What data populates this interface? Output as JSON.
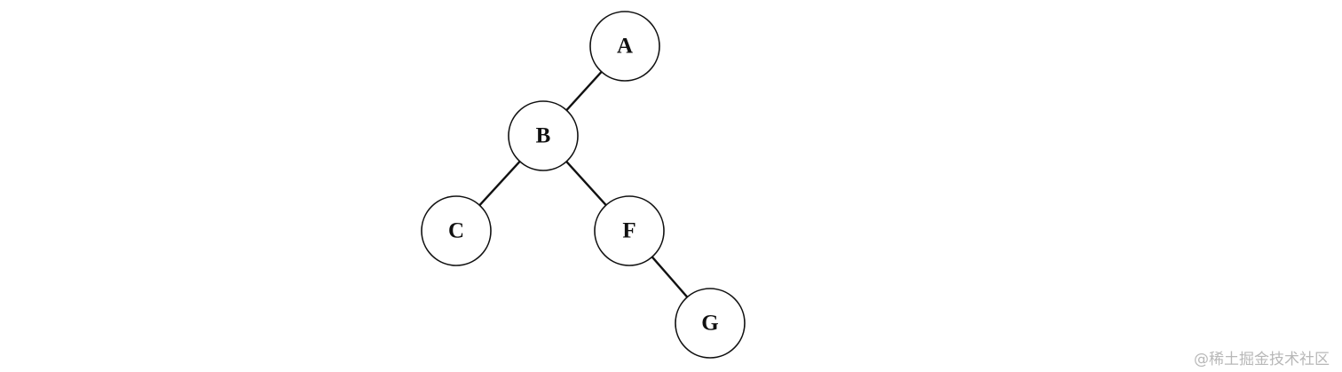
{
  "diagram": {
    "nodes": [
      {
        "id": "A",
        "label": "A"
      },
      {
        "id": "B",
        "label": "B"
      },
      {
        "id": "C",
        "label": "C"
      },
      {
        "id": "F",
        "label": "F"
      },
      {
        "id": "G",
        "label": "G"
      }
    ],
    "edges": [
      {
        "from": "A",
        "to": "B"
      },
      {
        "from": "B",
        "to": "C"
      },
      {
        "from": "B",
        "to": "F"
      },
      {
        "from": "F",
        "to": "G"
      }
    ]
  },
  "watermark": {
    "text": "@稀土掘金技术社区"
  }
}
